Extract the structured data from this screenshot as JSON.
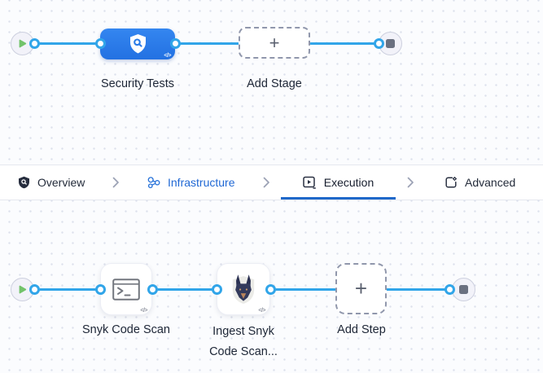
{
  "icons": {
    "plus": "+",
    "code": "</>"
  },
  "colors": {
    "connector": "#31a5e9",
    "stage_node_blue": "#2b7ce8",
    "tab_active_underline": "#1f68c9",
    "infrastructure_text": "#2068d4",
    "play_green": "#72c36a",
    "canvas_bg": "#fbfcfe"
  },
  "stage_pipeline": {
    "stage_label": "Security Tests",
    "add_stage_label": "Add Stage"
  },
  "tab_bar": {
    "tabs": [
      {
        "label": "Overview"
      },
      {
        "label": "Infrastructure"
      },
      {
        "label": "Execution"
      },
      {
        "label": "Advanced"
      }
    ]
  },
  "step_pipeline": {
    "steps": [
      {
        "label": "Snyk Code Scan"
      },
      {
        "label": "Ingest Snyk Code Scan..."
      }
    ],
    "add_step_label": "Add Step"
  }
}
